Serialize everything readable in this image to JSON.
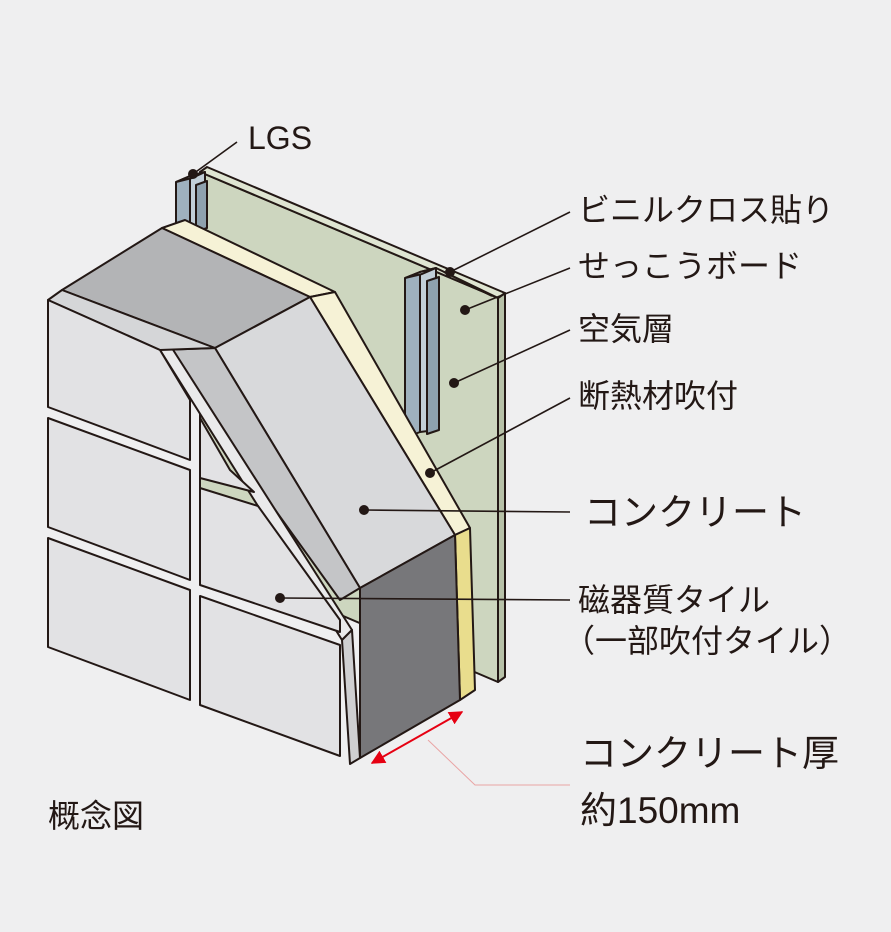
{
  "labels": {
    "lgs": "LGS",
    "vinyl_cloth": "ビニルクロス貼り",
    "gypsum_board": "せっこうボード",
    "air_layer": "空気層",
    "insulation": "断熱材吹付",
    "concrete": "コンクリート",
    "tile": "磁器質タイル",
    "tile_note": "（一部吹付タイル）",
    "thickness_title": "コンクリート厚",
    "thickness_value": "約150mm",
    "caption": "概念図"
  },
  "colors": {
    "background": "#efeff0",
    "tile": "#e2e2e4",
    "concrete_side": "#d8d9db",
    "concrete_top": "#b3b4b6",
    "concrete_front": "#77777a",
    "insulation_side": "#f6f2d6",
    "insulation_front": "#e9dd8d",
    "board": "#cdd6bf",
    "lgs": "#a9bac6",
    "outline": "#231815",
    "dimension_arrow": "#e60012"
  }
}
